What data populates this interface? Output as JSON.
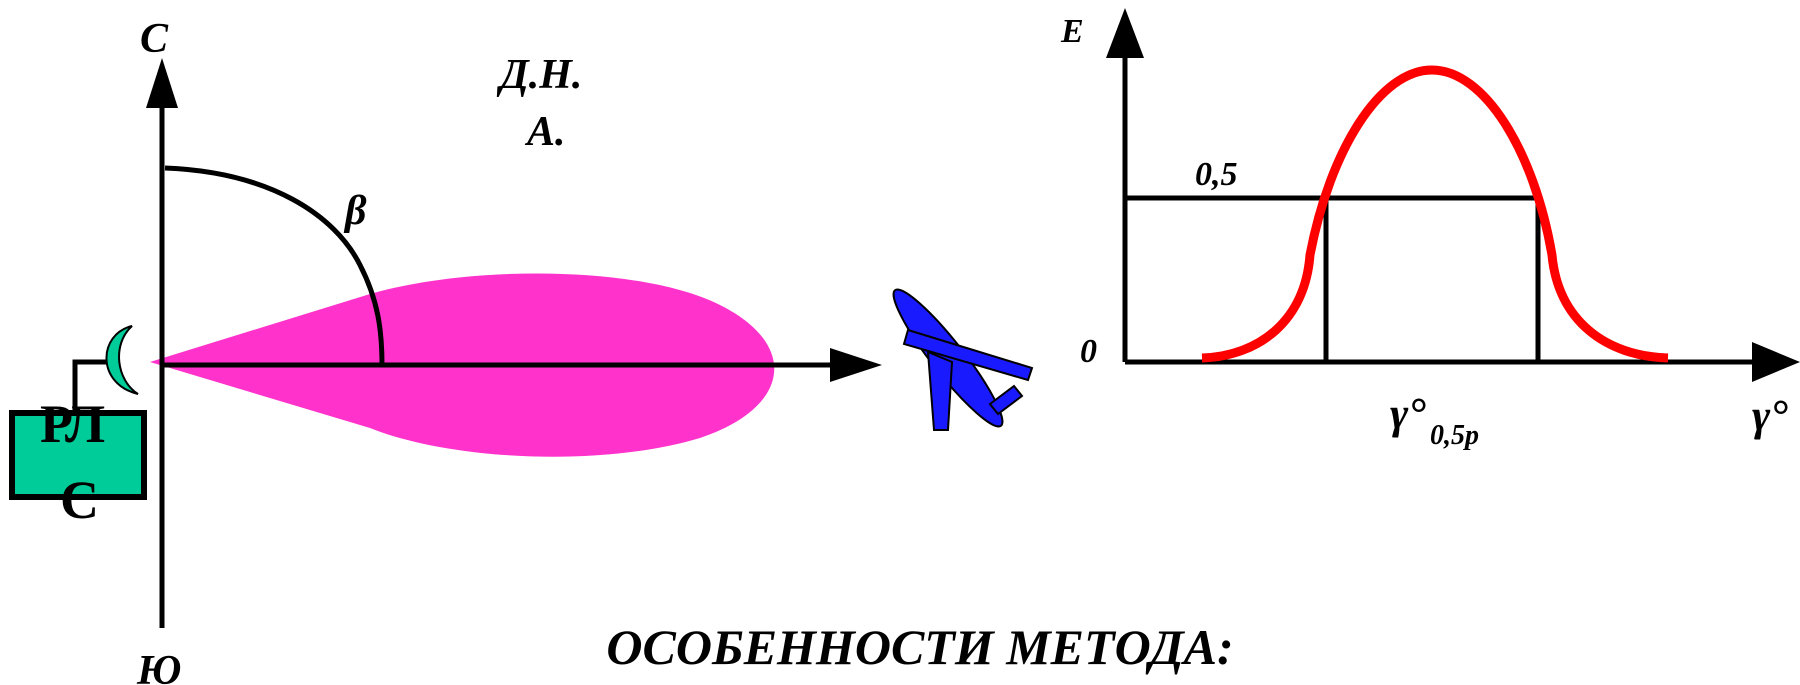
{
  "left_diagram": {
    "north_label": "С",
    "south_label": "Ю",
    "angle_label": "β",
    "pattern_label_line1": "Д.Н.",
    "pattern_label_line2": "А.",
    "radar_label_line1": "РЛ",
    "radar_label_line2": "С",
    "colors": {
      "lobe": "#ff33cc",
      "radar_box": "#00cc99",
      "aircraft": "#1a1aff"
    }
  },
  "right_graph": {
    "y_axis_label": "E",
    "x_axis_label": "γ°",
    "level_label": "0,5",
    "origin_label": "0",
    "beamwidth_symbol": "γ°",
    "beamwidth_subscript": "0,5p",
    "curve_color": "#ff0000",
    "relative_level": 0.5
  },
  "footer": {
    "title": "ОСОБЕННОСТИ МЕТОДА:"
  }
}
